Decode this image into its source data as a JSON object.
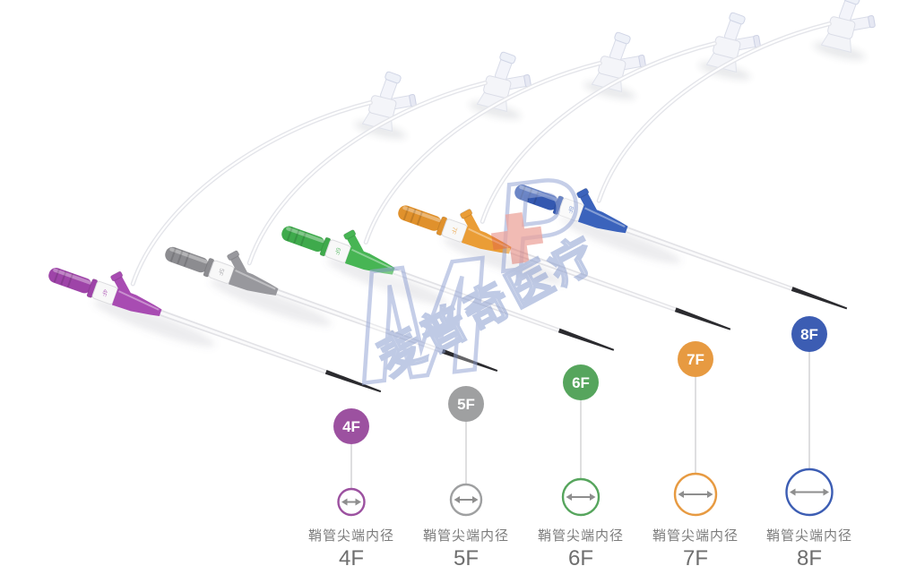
{
  "figure": {
    "description": "introducer-sheath-product-lineup",
    "background": "#FFFFFF",
    "caption_repeated": "鞘管尖端内径",
    "watermark": {
      "letter_1": "M",
      "letter_2": "P",
      "cjk_text": "麦普奇医疗",
      "outline_color": "#97A7D6",
      "cross_color": "#DE5A4B"
    },
    "shared": {
      "tip_color": "#2B2B2F",
      "shaft_color": "#E2E2E6",
      "shaft_core_color": "#FAFAFB",
      "tube_color": "#E4E5EA",
      "arrow_color": "#8E8E8E",
      "connector_color": "#C9C9CC",
      "collar_color": "#F8F8F8",
      "caption_color": "#7C7C7C",
      "size_label_color": "#6E6E6E"
    },
    "devices": [
      {
        "size": "4F",
        "cap_color": "#9E44A8",
        "hub_color": "#A84CB2",
        "badge_color": "#9C51A0"
      },
      {
        "size": "5F",
        "cap_color": "#8C8C90",
        "hub_color": "#98989D",
        "badge_color": "#9FA0A1"
      },
      {
        "size": "6F",
        "cap_color": "#3FAA4C",
        "hub_color": "#47B554",
        "badge_color": "#56A55D"
      },
      {
        "size": "7F",
        "cap_color": "#E0912C",
        "hub_color": "#EA9D36",
        "badge_color": "#E79A41"
      },
      {
        "size": "8F",
        "cap_color": "#3458B0",
        "hub_color": "#3B63BC",
        "badge_color": "#3C5DB3"
      }
    ]
  }
}
